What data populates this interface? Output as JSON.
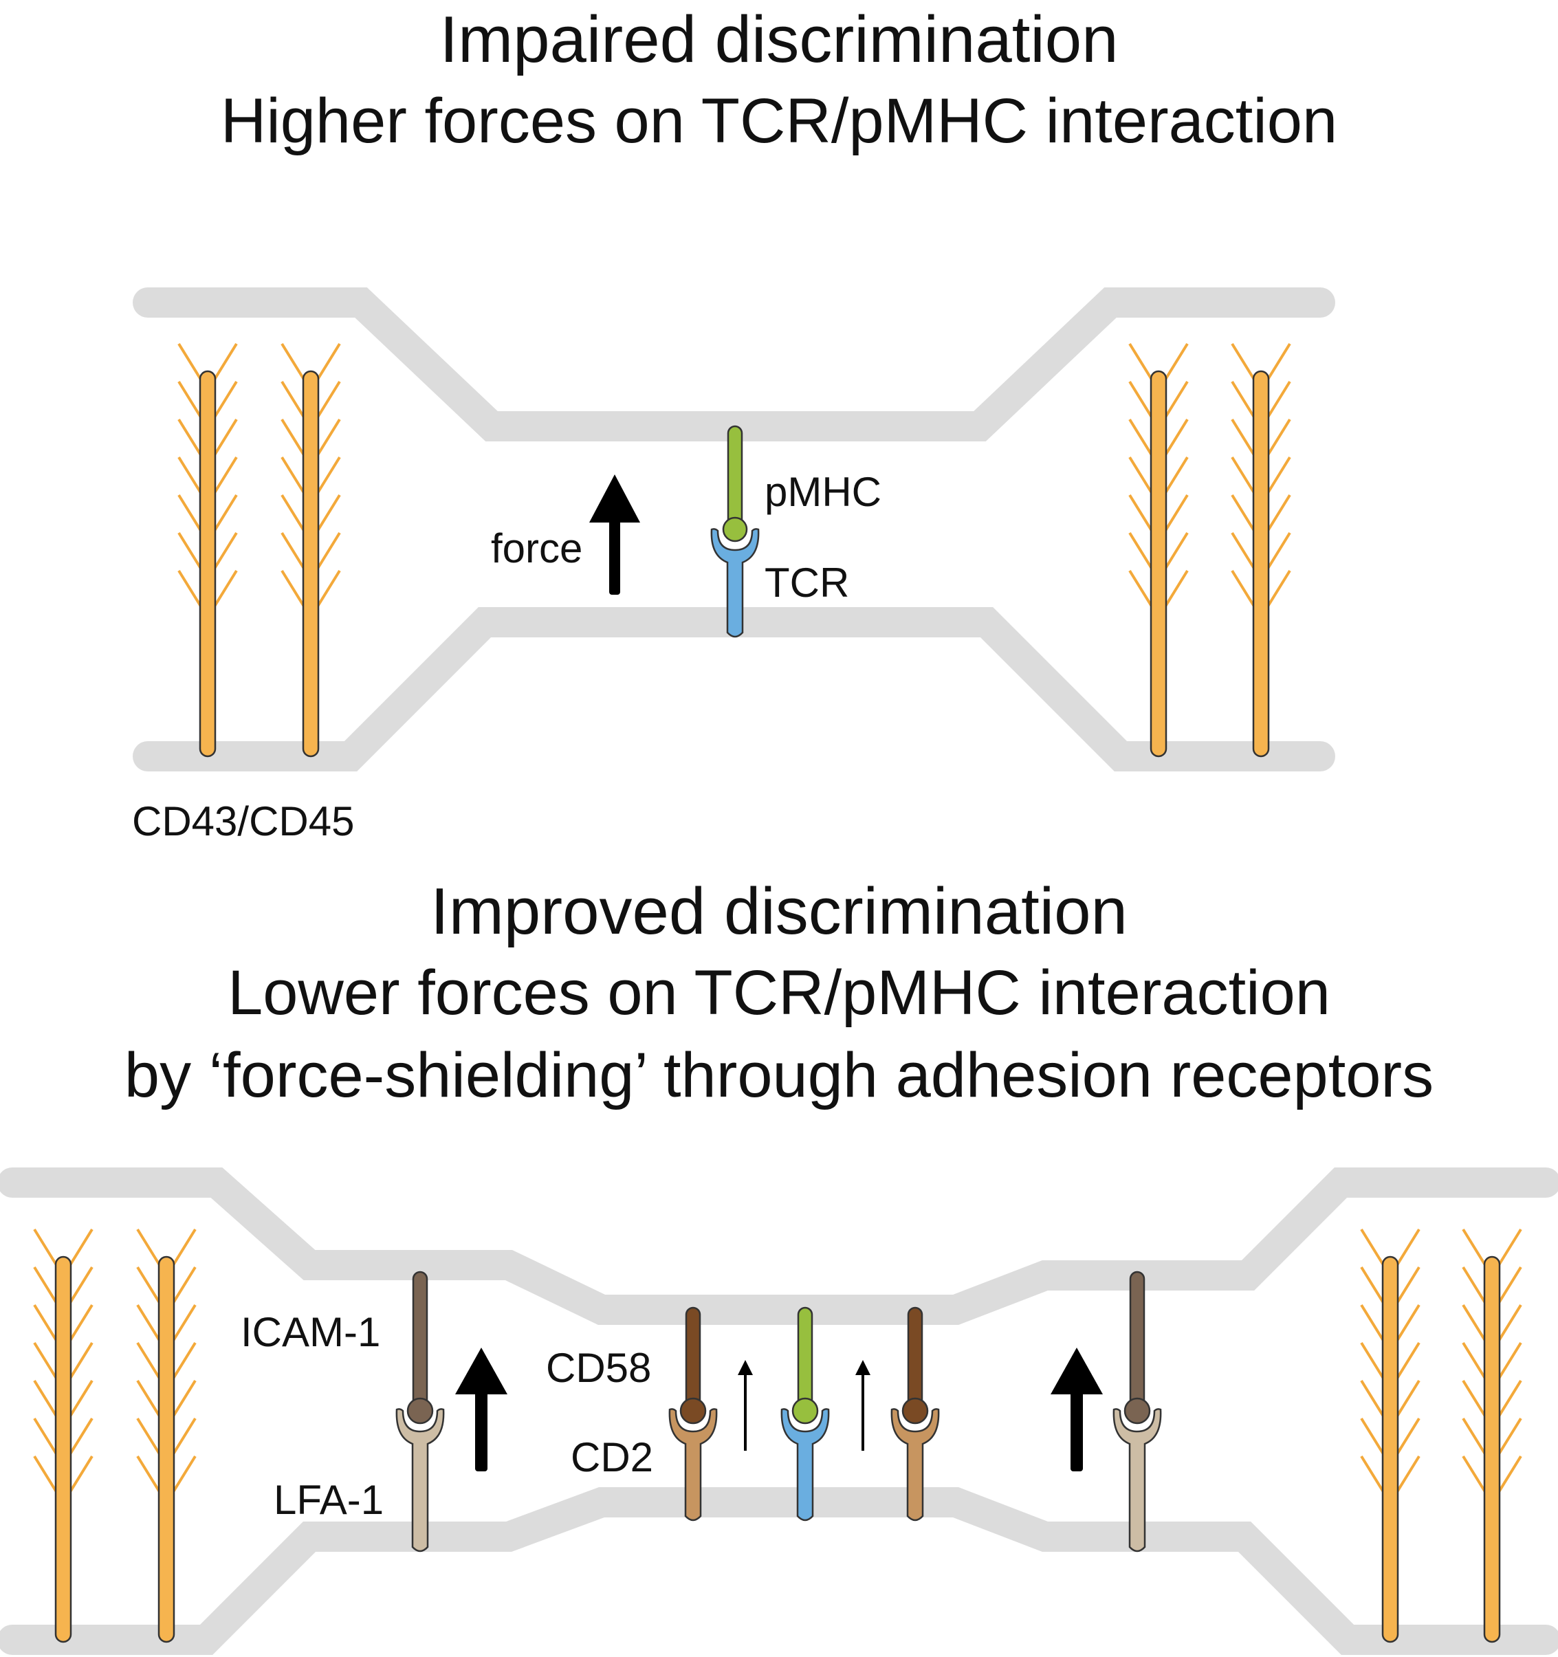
{
  "top": {
    "heading": "Impaired discrimination",
    "subtitle": "Higher forces on TCR/pMHC interaction",
    "labels": {
      "pmhc": "pMHC",
      "tcr": "TCR",
      "force": "force",
      "glycocalyx": "CD43/CD45"
    }
  },
  "bottom": {
    "heading": "Improved discrimination",
    "subtitle_line1": "Lower forces on TCR/pMHC interaction",
    "subtitle_line2": "by ‘force-shielding’ through adhesion receptors",
    "labels": {
      "icam": "ICAM-1",
      "lfa": "LFA-1",
      "cd58": "CD58",
      "cd2": "CD2"
    }
  },
  "colors": {
    "membrane": "#dcdcdc",
    "glycocalyx": "#f6b44f",
    "glycocalyx_branch": "#f3a93a",
    "tcr": "#6aaee0",
    "pmhc": "#97bf3e",
    "icam": "#7a6452",
    "lfa": "#cdbda5",
    "cd58": "#7a4a24",
    "cd2": "#c79560",
    "arrow": "#000000"
  }
}
